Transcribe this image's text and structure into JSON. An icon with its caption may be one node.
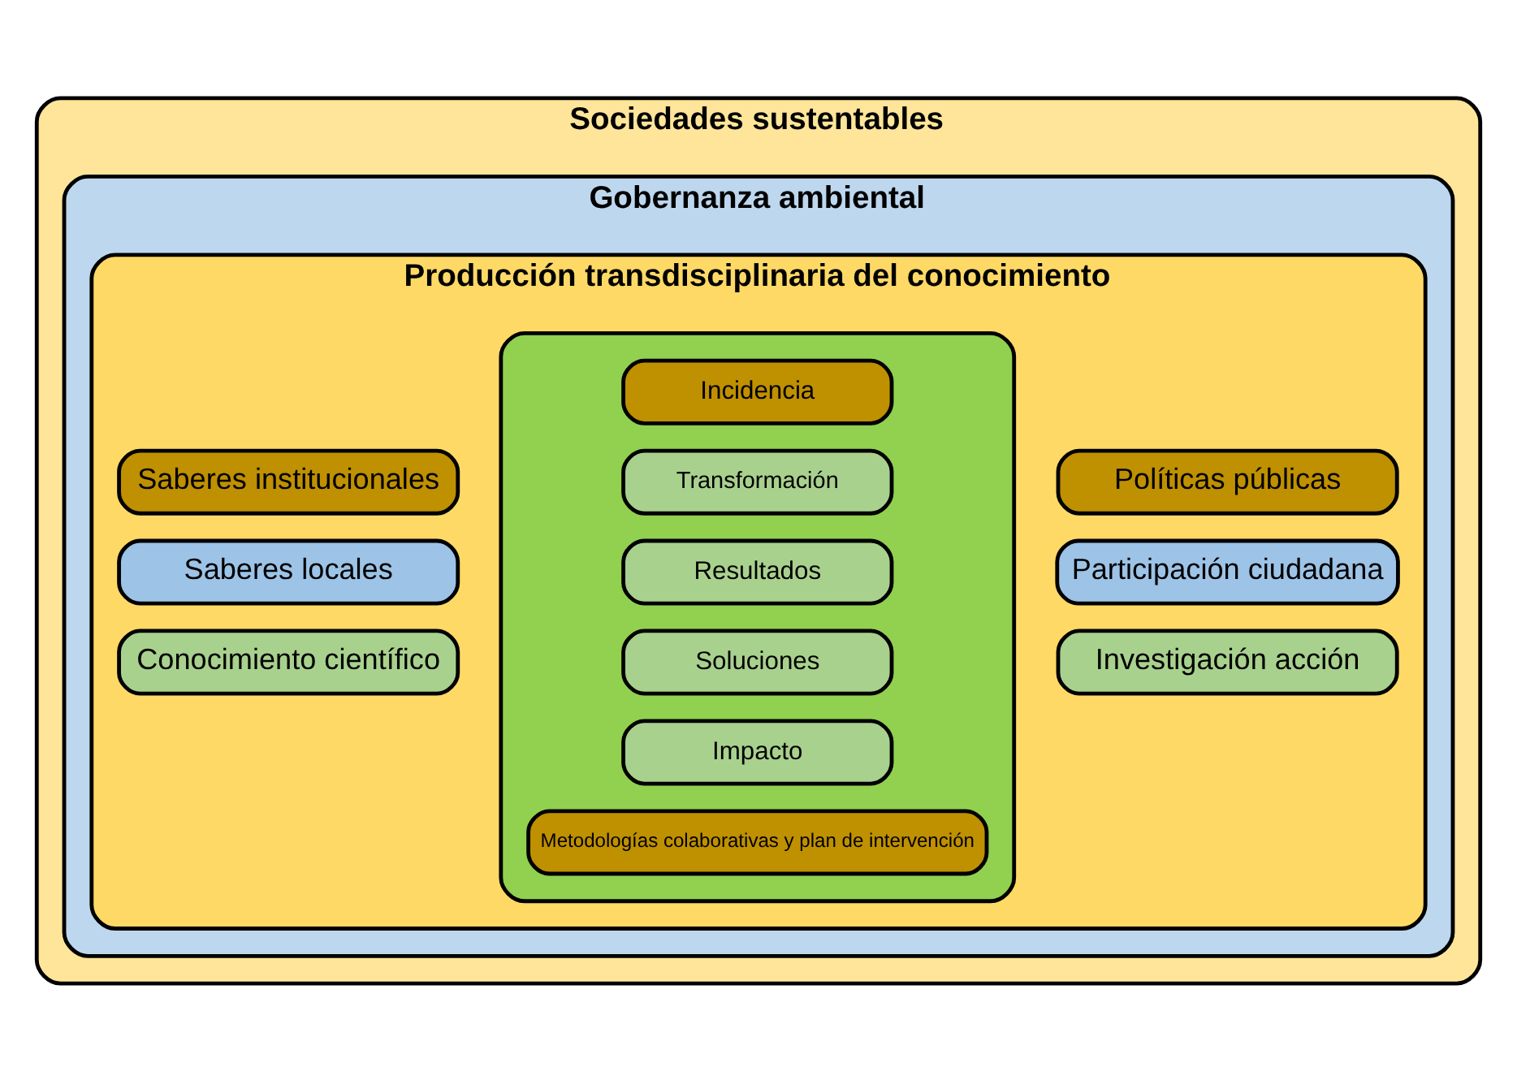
{
  "diagram": {
    "nodes": [
      {
        "text": [
          "Sociedades sustentables"
        ]
      },
      {
        "text": [
          "Gobernanza ambiental"
        ],
        "in": 0
      },
      {
        "text": [
          "Producción transdisciplinaria del conocimiento"
        ],
        "in": 1
      },
      {
        "text": [],
        "shape": "box",
        "in": 2
      },
      {
        "text": [
          "Incidencia"
        ],
        "in": 3
      },
      {
        "text": [
          "Transformación"
        ],
        "in": 3
      },
      {
        "text": [
          "Resultados"
        ],
        "in": 3
      },
      {
        "text": [
          "Soluciones"
        ],
        "in": 3
      },
      {
        "text": [
          "Impacto"
        ],
        "in": 3
      },
      {
        "text": [
          "Metodologías colaborativas y plan de intervención"
        ],
        "in": 3
      },
      {
        "text": [
          "Saberes institucionales"
        ],
        "in": 2
      },
      {
        "text": [
          "Saberes locales"
        ],
        "in": 2
      },
      {
        "text": [
          "Conocimiento científico"
        ],
        "in": 2
      },
      {
        "text": [
          "Políticas públicas"
        ],
        "in": 2
      },
      {
        "text": [
          "Participación ciudadana"
        ],
        "in": 2
      },
      {
        "text": [
          "Investigación acción"
        ],
        "in": 2
      }
    ]
  }
}
